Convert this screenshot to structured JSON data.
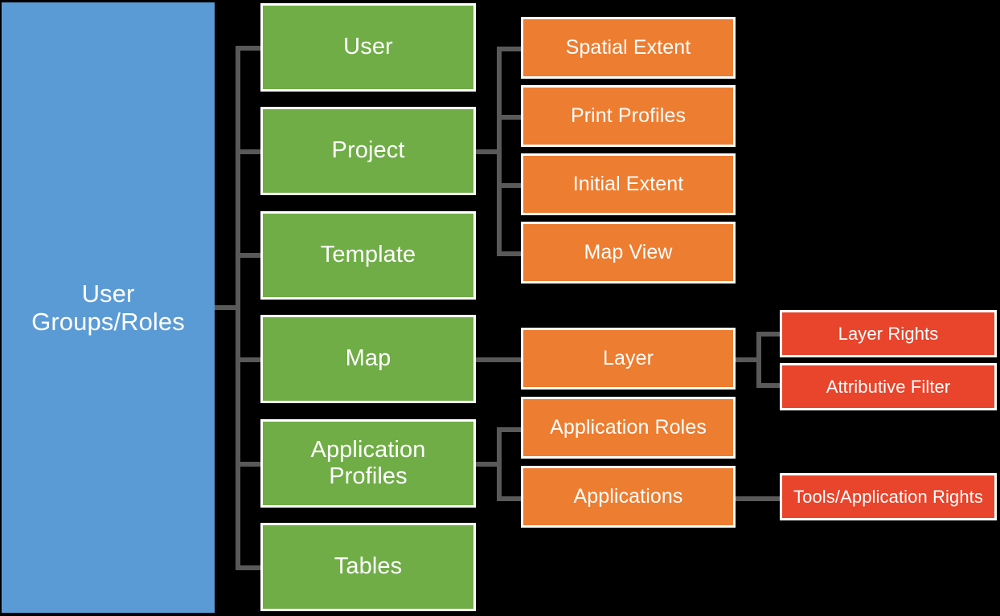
{
  "diagram": {
    "title": "User Groups/Roles Hierarchy",
    "background_color": "#000000",
    "connector_color": "#595959",
    "levels": {
      "root_color": "#5b9bd5",
      "level1_color": "#70ad47",
      "level2_color": "#ed7d31",
      "level3_color": "#e8452c"
    }
  },
  "nodes": {
    "root": {
      "label": "User\nGroups/Roles"
    },
    "level1": [
      {
        "label": "User"
      },
      {
        "label": "Project"
      },
      {
        "label": "Template"
      },
      {
        "label": "Map"
      },
      {
        "label": "Application\nProfiles"
      },
      {
        "label": "Tables"
      }
    ],
    "level2": [
      {
        "label": "Spatial Extent"
      },
      {
        "label": "Print Profiles"
      },
      {
        "label": "Initial Extent"
      },
      {
        "label": "Map View"
      },
      {
        "label": "Layer"
      },
      {
        "label": "Application Roles"
      },
      {
        "label": "Applications"
      }
    ],
    "level3": [
      {
        "label": "Layer Rights"
      },
      {
        "label": "Attributive Filter"
      },
      {
        "label": "Tools/Application Rights"
      }
    ]
  }
}
